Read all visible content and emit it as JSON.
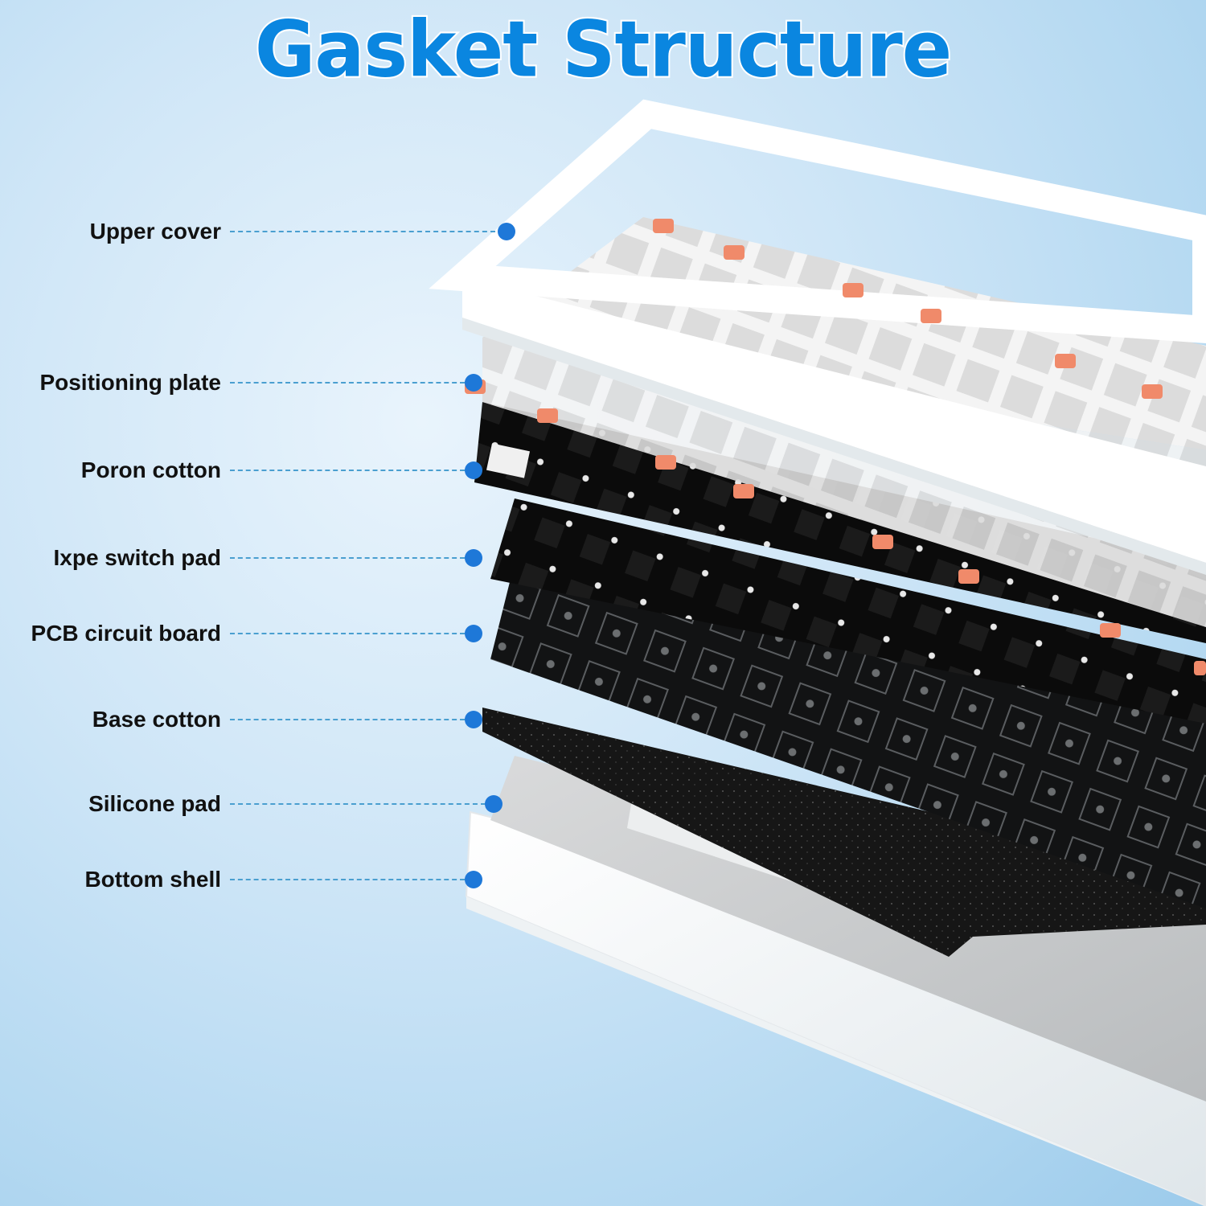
{
  "title": "Gasket Structure",
  "colors": {
    "title": "#0a86e0",
    "dot": "#1e78d8",
    "leader": "#4a9fd0",
    "gasket": "#f08a6a"
  },
  "layers": [
    {
      "label": "Upper cover"
    },
    {
      "label": "Positioning plate"
    },
    {
      "label": "Poron cotton"
    },
    {
      "label": "Ixpe switch pad"
    },
    {
      "label": "PCB circuit board"
    },
    {
      "label": "Base cotton"
    },
    {
      "label": "Silicone pad"
    },
    {
      "label": "Bottom shell"
    }
  ]
}
